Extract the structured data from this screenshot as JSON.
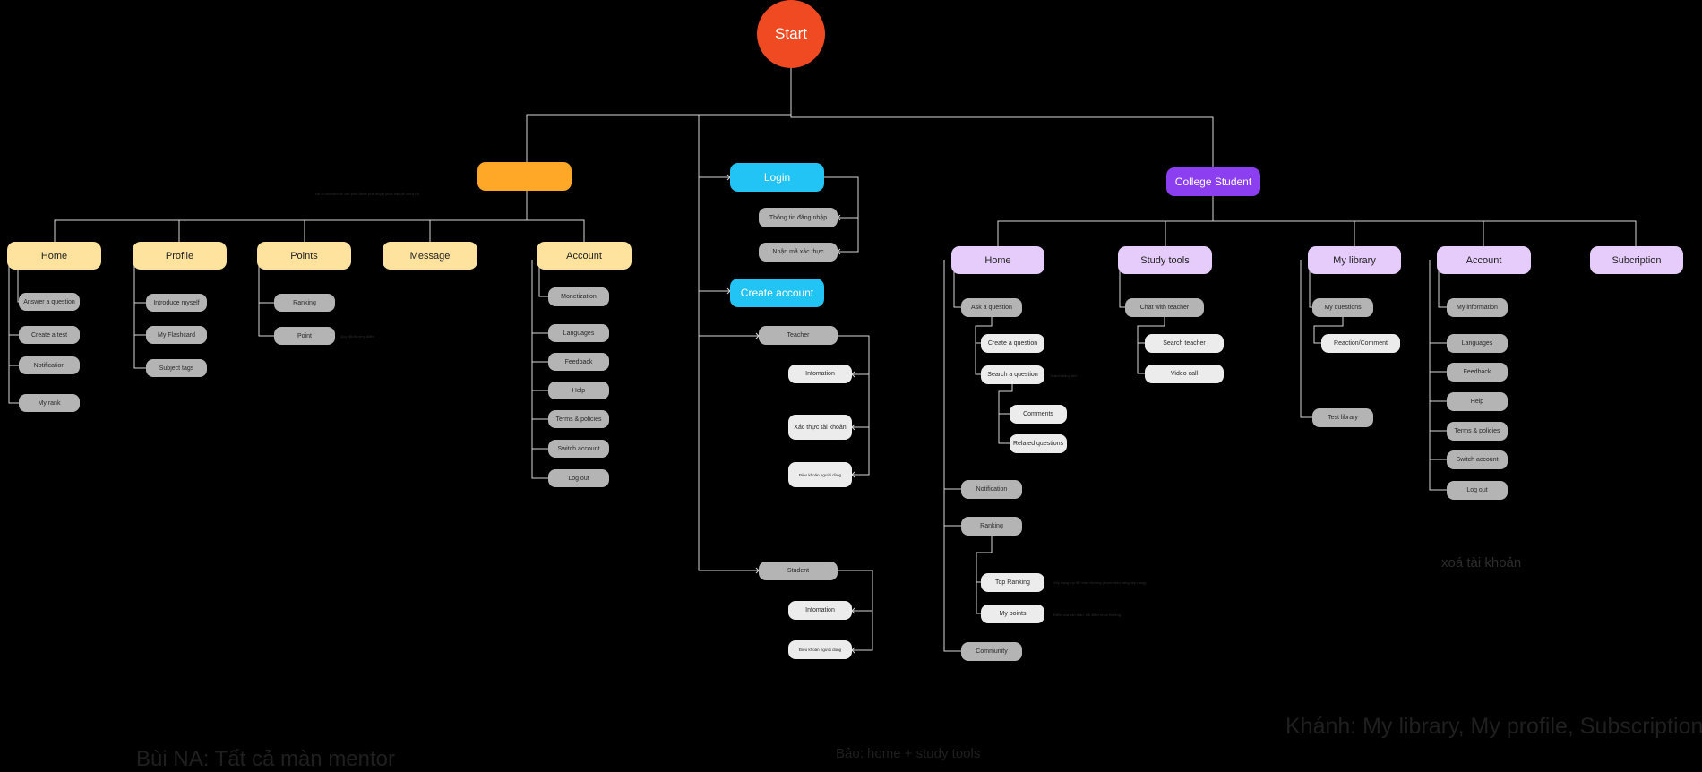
{
  "start": "Start",
  "mentor": {
    "title": "",
    "note": "Để có account thì cần phải được phê duyệt (mục này để chưa rõ)",
    "children": [
      "Home",
      "Profile",
      "Points",
      "Message",
      "Account"
    ],
    "home": [
      "Answer a question",
      "Create a test",
      "Notification",
      "My rank"
    ],
    "profile": [
      "Introduce myself",
      "My Flashcard",
      "Subject tags"
    ],
    "points": [
      "Ranking",
      "Point"
    ],
    "points_note": "Quy đổi thưởng điểm",
    "account": [
      "Monetization",
      "Languages",
      "Feedback",
      "Help",
      "Terms & policies",
      "Switch account",
      "Log out"
    ]
  },
  "login": {
    "title": "Login",
    "children": [
      "Thông tin đăng nhập",
      "Nhận mã xác thực"
    ]
  },
  "create_account": {
    "title": "Create account",
    "teacher": "Teacher",
    "teacher_children": [
      "Infomation",
      "Xác thực tài khoản",
      "Điều khoản người dùng"
    ],
    "student": "Student",
    "student_children": [
      "Infomation",
      "Điều khoản người dùng"
    ]
  },
  "college": {
    "title": "College Student",
    "children": [
      "Home",
      "Study tools",
      "My library",
      "Account",
      "Subcription"
    ],
    "home": {
      "ask": "Ask a question",
      "create": "Create a question",
      "search": "Search a question",
      "search_note": "Search bằng ảnh",
      "comments": "Comments",
      "related": "Related questions",
      "notification": "Notification",
      "ranking": "Ranking",
      "top_ranking": "Top Ranking",
      "top_note": "Xếp hạng top để nhận thưởng (tham khảo bảng xếp hạng)",
      "my_points": "My points",
      "points_note": "Điểm của bản thân, đổi điểm nhận thưởng",
      "community": "Community"
    },
    "study_tools": {
      "chat": "Chat with teacher",
      "search": "Search teacher",
      "video": "Video call"
    },
    "library": {
      "my_questions": "My questions",
      "reaction": "Reaction/Comment",
      "test_library": "Test library"
    },
    "account": [
      "My information",
      "Languages",
      "Feedback",
      "Help",
      "Terms & policies",
      "Switch account",
      "Log out"
    ]
  },
  "notes": {
    "delete_account": "xoá tài khoản",
    "khanh": "Khánh: My library, My profile, Subscription",
    "bao": "Bảo: home + study tools",
    "bui": "Bùi NA: Tất cả màn mentor"
  },
  "colors": {
    "start": "#f04a23",
    "mentor": "#ffa726",
    "login": "#22c3f5",
    "college": "#8c3ff0",
    "mentor_tab": "#fde39e",
    "college_tab": "#e5ccfa",
    "leaf_gray": "#b4b4b4",
    "leaf_white": "#ececec",
    "connector": "#d9d9d9"
  }
}
